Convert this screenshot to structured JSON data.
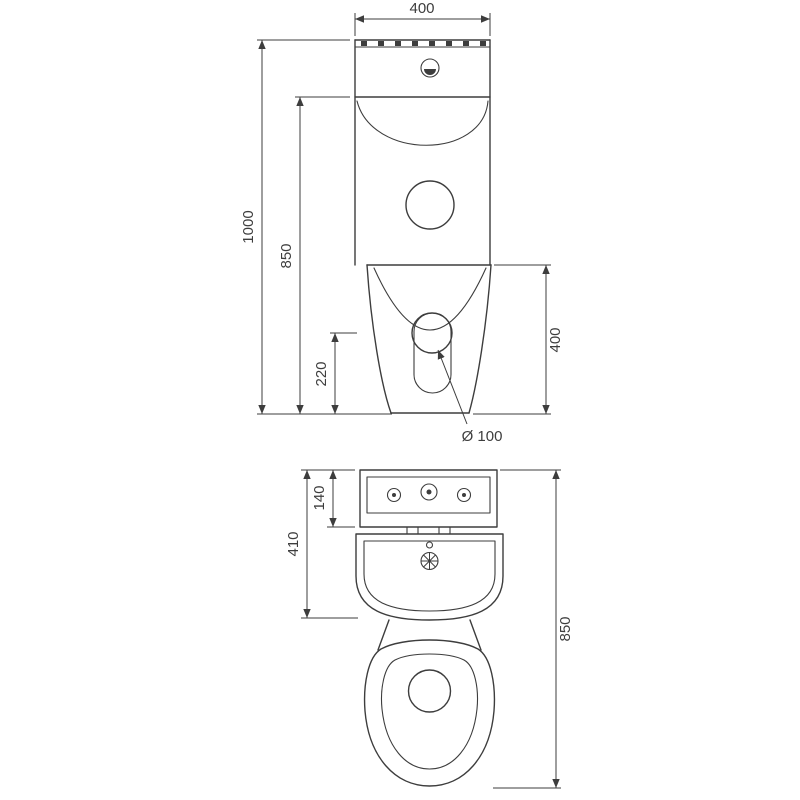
{
  "colors": {
    "background": "#ffffff",
    "line": "#3d3d3d"
  },
  "dims": {
    "width": "400",
    "overall_height": "1000",
    "rim_height": "850",
    "outlet_height": "220",
    "bowl_height": "400",
    "outlet_diameter": "Ø 100",
    "lid_height": "140",
    "cistern_height": "410",
    "front_total_height": "850"
  }
}
